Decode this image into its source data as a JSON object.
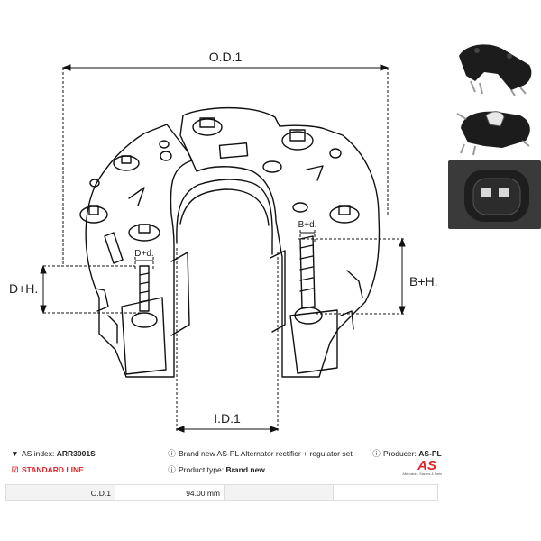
{
  "dimensions": {
    "od": "O.D.1",
    "id": "I.D.1",
    "dh": "D+H.",
    "dd": "D+d.",
    "bh": "B+H.",
    "bd": "B+d."
  },
  "info": {
    "as_index_label": "AS index:",
    "as_index_value": "ARR3001S",
    "description": "Brand new AS-PL Alternator rectifier + regulator set",
    "producer_label": "Producer:",
    "producer_value": "AS-PL",
    "standard_line": "STANDARD LINE",
    "product_type_label": "Product type:",
    "product_type_value": "Brand new"
  },
  "logo": {
    "text": "AS",
    "tagline": "Alternators, Starters & Parts",
    "color": "#e0262b"
  },
  "spec_table": {
    "rows": [
      {
        "label": "O.D.1",
        "value": "94.00 mm",
        "extra1": "",
        "extra2": ""
      }
    ]
  },
  "icons": {
    "tag": "tag-icon",
    "info": "info-icon",
    "check": "check-icon"
  }
}
